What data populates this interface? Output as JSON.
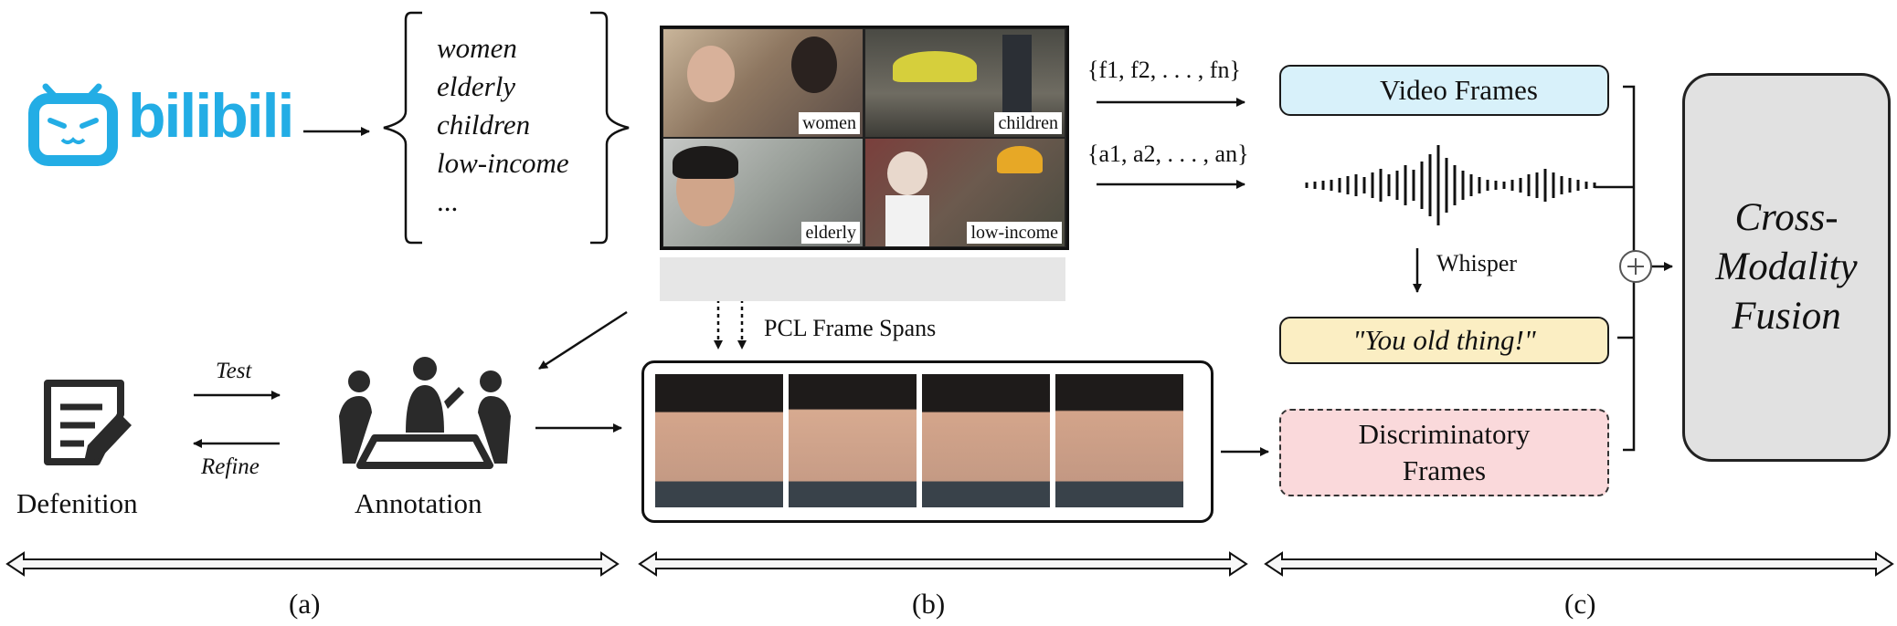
{
  "logo": {
    "text": "bilibili",
    "icon": "bilibili-tv-icon",
    "color": "#23ade5"
  },
  "groups": [
    "women",
    "elderly",
    "children",
    "low-income",
    "..."
  ],
  "collage_labels": [
    "women",
    "children",
    "elderly",
    "low-income"
  ],
  "player": {
    "icons": [
      "play-icon",
      "volume-icon",
      "fullscreen-icon"
    ],
    "accent": "#e8743b"
  },
  "pcl_spans_label": "PCL Frame Spans",
  "definition_label": "Defenition",
  "annotation_label": "Annotation",
  "test_label": "Test",
  "refine_label": "Refine",
  "frame_seq": "{f1, f2, . . . , fn}",
  "audio_seq": "{a1, a2, . . . , an}",
  "video_frames_label": "Video Frames",
  "whisper_label": "Whisper",
  "transcript": "\"You old thing!\"",
  "disc_line1": "Discriminatory",
  "disc_line2": "Frames",
  "fusion_line1": "Cross-",
  "fusion_line2": "Modality",
  "fusion_line3": "Fusion",
  "section_labels": [
    "(a)",
    "(b)",
    "(c)"
  ],
  "colors": {
    "video_box": "#d8f1fa",
    "quote_box": "#fbeec3",
    "disc_box": "#fad9db",
    "fusion_box": "#e1e1e1"
  }
}
